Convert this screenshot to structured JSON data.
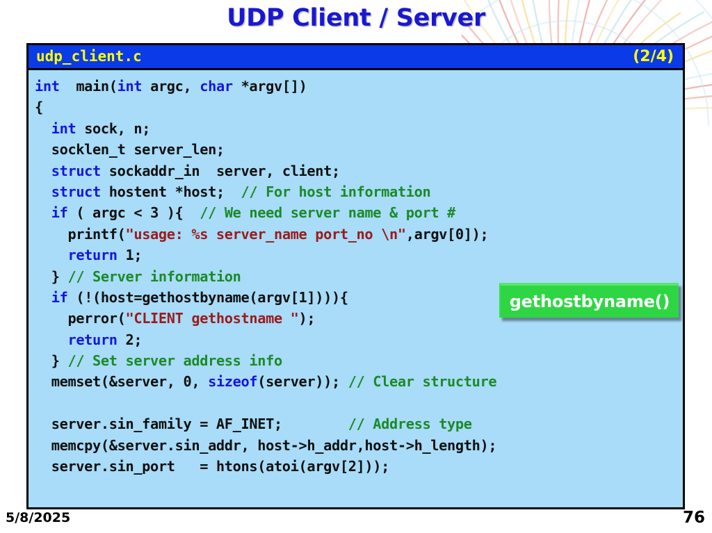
{
  "slide": {
    "title": "UDP Client / Server",
    "title_color": "#1a18cf",
    "footer_date": "5/8/2025",
    "footer_page": "76"
  },
  "panel": {
    "filename": "udp_client.c",
    "page_indicator": "(2/4)",
    "header_bg": "#0b3ae8",
    "header_fg": "#ffff00",
    "body_bg": "#a8dcf8"
  },
  "syntax_colors": {
    "keyword": "#1515e0",
    "comment": "#1c8a26",
    "string": "#9b1b1b",
    "plain": "#101010"
  },
  "code_lines": [
    [
      {
        "t": "int",
        "c": "kw"
      },
      {
        "t": "  main(",
        "c": "pln"
      },
      {
        "t": "int",
        "c": "kw"
      },
      {
        "t": " argc, ",
        "c": "pln"
      },
      {
        "t": "char",
        "c": "kw"
      },
      {
        "t": " *argv[])",
        "c": "pln"
      }
    ],
    [
      {
        "t": "{",
        "c": "pln"
      }
    ],
    [
      {
        "t": "  ",
        "c": "pln"
      },
      {
        "t": "int",
        "c": "kw"
      },
      {
        "t": " sock, n;",
        "c": "pln"
      }
    ],
    [
      {
        "t": "  socklen_t server_len;",
        "c": "pln"
      }
    ],
    [
      {
        "t": "  ",
        "c": "pln"
      },
      {
        "t": "struct",
        "c": "kw"
      },
      {
        "t": " sockaddr_in  server, client;",
        "c": "pln"
      }
    ],
    [
      {
        "t": "  ",
        "c": "pln"
      },
      {
        "t": "struct",
        "c": "kw"
      },
      {
        "t": " hostent *host;",
        "c": "pln"
      },
      {
        "t": "  // For host information",
        "c": "cmt"
      }
    ],
    [
      {
        "t": "  ",
        "c": "pln"
      },
      {
        "t": "if",
        "c": "kw"
      },
      {
        "t": " ( argc < 3 ){",
        "c": "pln"
      },
      {
        "t": "  // We need server name & port #",
        "c": "cmt"
      }
    ],
    [
      {
        "t": "    printf(",
        "c": "pln"
      },
      {
        "t": "\"usage: %s server_name port_no \\n\"",
        "c": "str"
      },
      {
        "t": ",argv[0]);",
        "c": "pln"
      }
    ],
    [
      {
        "t": "    ",
        "c": "pln"
      },
      {
        "t": "return",
        "c": "kw"
      },
      {
        "t": " 1;",
        "c": "pln"
      }
    ],
    [
      {
        "t": "  } ",
        "c": "pln"
      },
      {
        "t": "// Server information",
        "c": "cmt"
      }
    ],
    [
      {
        "t": "  ",
        "c": "pln"
      },
      {
        "t": "if",
        "c": "kw"
      },
      {
        "t": " (!(host=gethostbyname(argv[1]))){",
        "c": "pln"
      }
    ],
    [
      {
        "t": "    perror(",
        "c": "pln"
      },
      {
        "t": "\"CLIENT gethostname \"",
        "c": "str"
      },
      {
        "t": ");",
        "c": "pln"
      }
    ],
    [
      {
        "t": "    ",
        "c": "pln"
      },
      {
        "t": "return",
        "c": "kw"
      },
      {
        "t": " 2;",
        "c": "pln"
      }
    ],
    [
      {
        "t": "  } ",
        "c": "pln"
      },
      {
        "t": "// Set server address info",
        "c": "cmt"
      }
    ],
    [
      {
        "t": "  memset(&server, 0, ",
        "c": "pln"
      },
      {
        "t": "sizeof",
        "c": "kw"
      },
      {
        "t": "(server)); ",
        "c": "pln"
      },
      {
        "t": "// Clear structure",
        "c": "cmt"
      }
    ],
    [
      {
        "t": " ",
        "c": "pln"
      }
    ],
    [
      {
        "t": "  server.sin_family = AF_INET;        ",
        "c": "pln"
      },
      {
        "t": "// Address type",
        "c": "cmt"
      }
    ],
    [
      {
        "t": "  memcpy(&server.sin_addr, host->h_addr,host->h_length);",
        "c": "pln"
      }
    ],
    [
      {
        "t": "  server.sin_port   = htons(atoi(argv[2]));",
        "c": "pln"
      }
    ]
  ],
  "callout": {
    "label": "gethostbyname()",
    "bg": "#2fd643",
    "fg": "#ffffff"
  },
  "decoration": {
    "name": "firework-burst",
    "ray_colors": [
      "#f2a9a0",
      "#f6d98a",
      "#bfe2f2",
      "#e79a92"
    ]
  }
}
